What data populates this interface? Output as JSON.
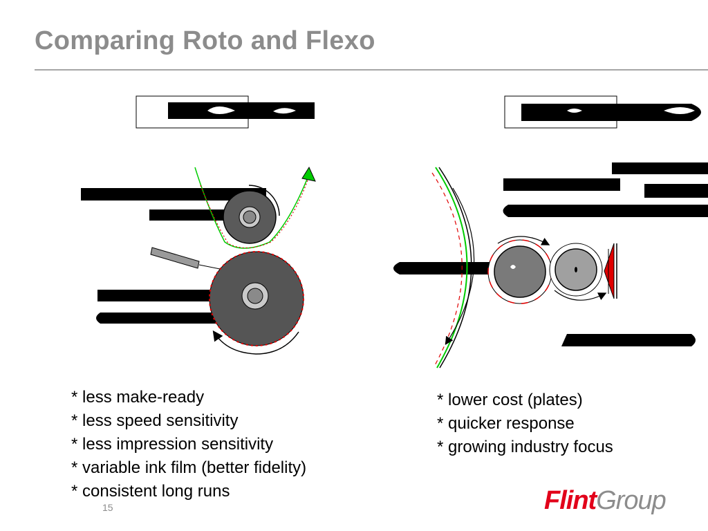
{
  "slide": {
    "title": "Comparing Roto and Flexo",
    "page_number": "15"
  },
  "roto": {
    "bullets": [
      "* less make-ready",
      "* less speed sensitivity",
      "* less impression sensitivity",
      "* variable ink film (better fidelity)",
      "* consistent long runs"
    ]
  },
  "flexo": {
    "bullets": [
      "* lower cost (plates)",
      "* quicker response",
      "* growing industry focus"
    ]
  },
  "logo": {
    "part1": "Flint",
    "part2": "Group"
  },
  "colors": {
    "title": "#8c8c8c",
    "cylinder_dark": "#555555",
    "cylinder_mid": "#808080",
    "web_green": "#00cc00",
    "ink_red": "#e00000",
    "logo_red": "#e2001a"
  }
}
